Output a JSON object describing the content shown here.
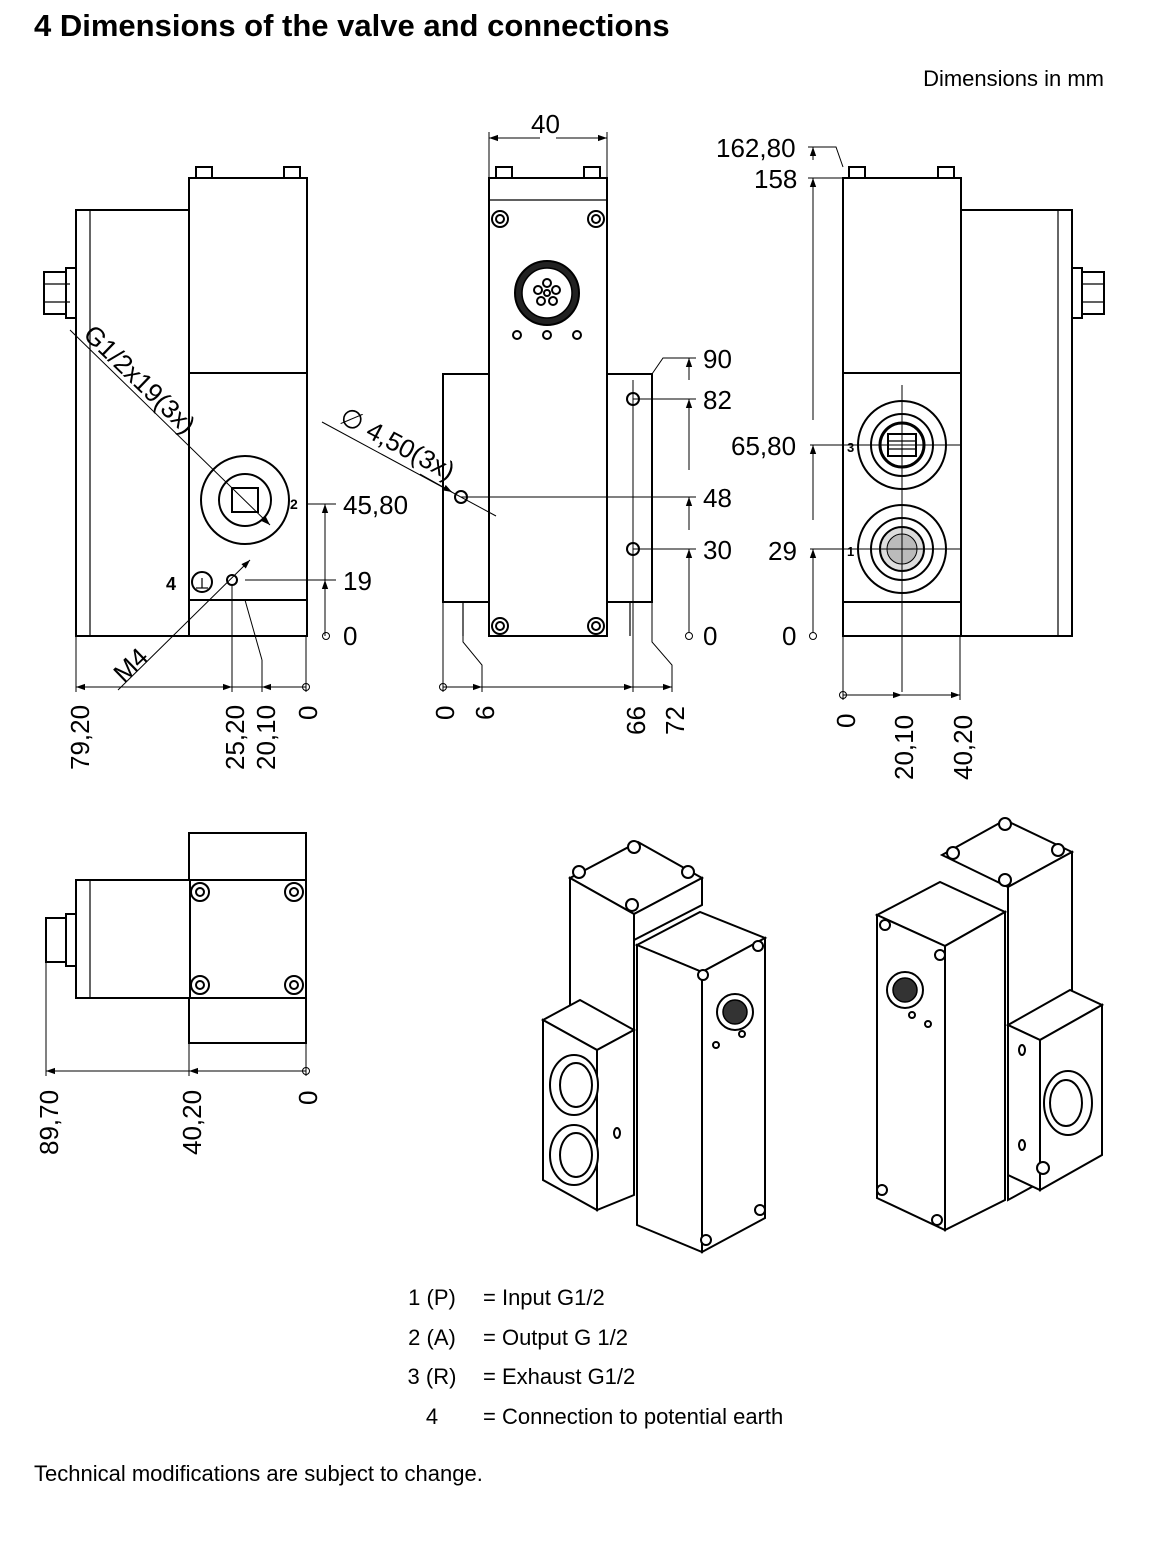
{
  "header": {
    "title": "4  Dimensions of the valve and connections",
    "units_note": "Dimensions in mm"
  },
  "side_view": {
    "dims_horizontal": [
      "79,20",
      "25,20",
      "20,10",
      "0"
    ],
    "dims_vertical": [
      "45,80",
      "19",
      "0"
    ],
    "thread_label": "G1/2x19(3x)",
    "thread_m4": "M4",
    "port_2": "2",
    "port_4": "4"
  },
  "front_view": {
    "width_dim": "40",
    "dims_horizontal": [
      "0",
      "6",
      "66",
      "72"
    ],
    "dims_vertical": [
      "90",
      "82",
      "48",
      "30",
      "0"
    ],
    "hole_label": "∅ 4,50(3x)"
  },
  "right_view": {
    "dims_vertical": [
      "162,80",
      "158",
      "65,80",
      "29",
      "0"
    ],
    "dims_horizontal": [
      "0",
      "20,10",
      "40,20"
    ],
    "port_3": "3",
    "port_1": "1"
  },
  "top_view": {
    "dims_horizontal": [
      "89,70",
      "40,20",
      "0"
    ]
  },
  "legend": [
    {
      "key": "1 (P)",
      "desc": "= Input G1/2"
    },
    {
      "key": "2 (A)",
      "desc": "= Output G 1/2"
    },
    {
      "key": "3 (R)",
      "desc": "= Exhaust G1/2"
    },
    {
      "key": "4",
      "desc": "= Connection to potential earth"
    }
  ],
  "footer": {
    "note": "Technical modifications are subject to change."
  }
}
